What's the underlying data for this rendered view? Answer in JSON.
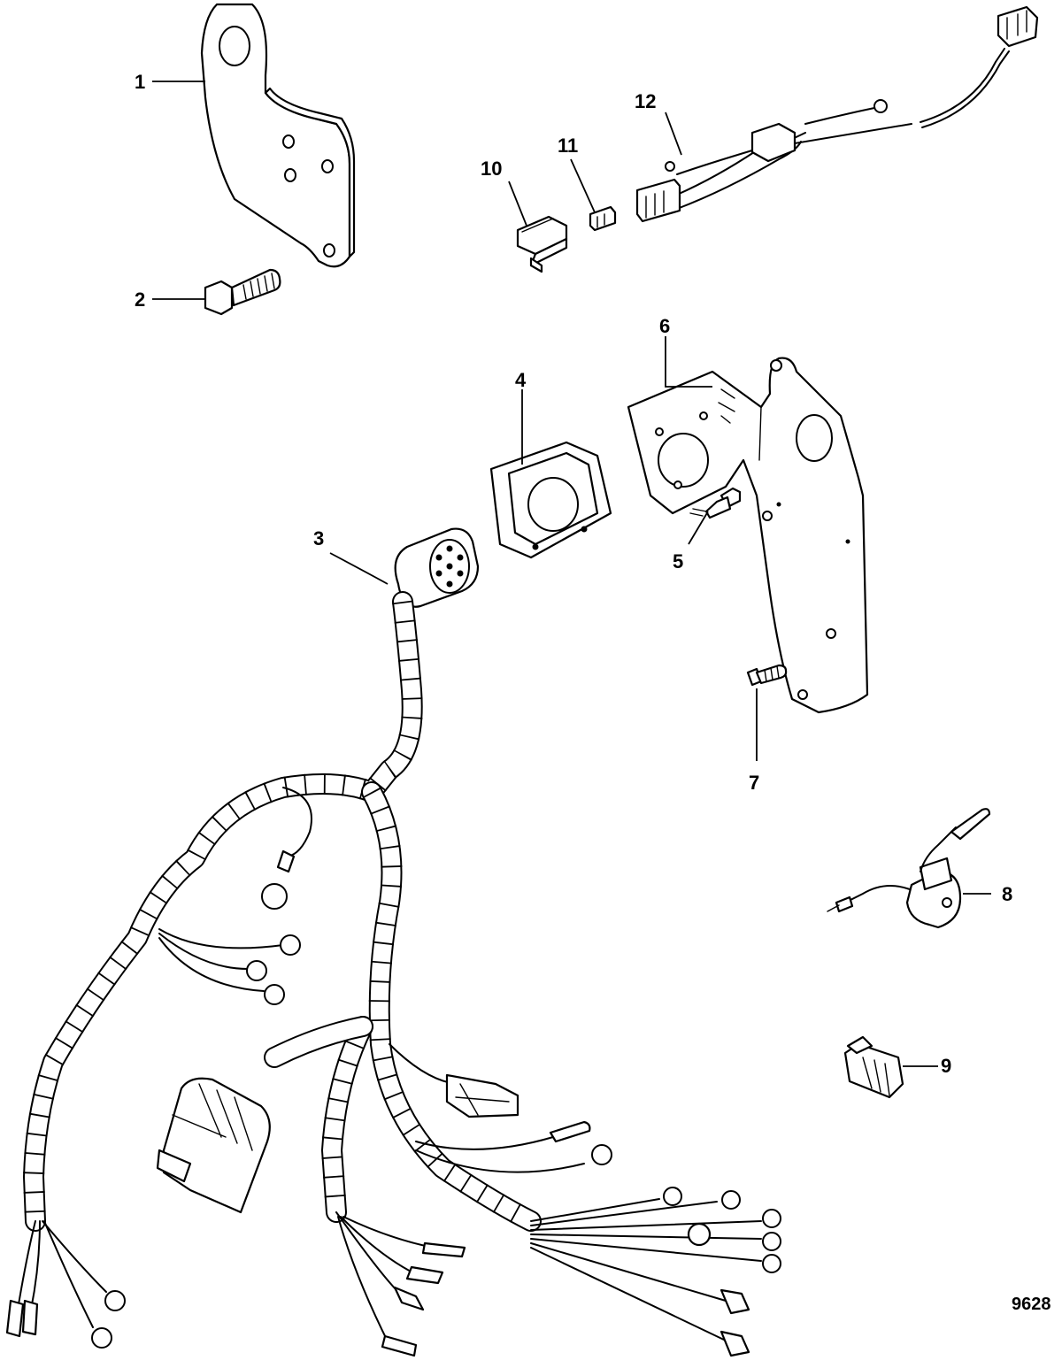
{
  "figure_number": "9628",
  "callouts": {
    "c1": "1",
    "c2": "2",
    "c3": "3",
    "c4": "4",
    "c5": "5",
    "c6": "6",
    "c7": "7",
    "c8": "8",
    "c9": "9",
    "c10": "10",
    "c11": "11",
    "c12": "12"
  },
  "parts": [
    {
      "callout": "1",
      "icon": "mounting-bracket-icon"
    },
    {
      "callout": "2",
      "icon": "bolt-icon"
    },
    {
      "callout": "3",
      "icon": "wiring-harness-icon"
    },
    {
      "callout": "4",
      "icon": "connector-boot-icon"
    },
    {
      "callout": "5",
      "icon": "screw-icon"
    },
    {
      "callout": "6",
      "icon": "harness-bracket-icon"
    },
    {
      "callout": "7",
      "icon": "screw-icon"
    },
    {
      "callout": "8",
      "icon": "sensor-icon"
    },
    {
      "callout": "9",
      "icon": "connector-icon"
    },
    {
      "callout": "10",
      "icon": "relay-icon"
    },
    {
      "callout": "11",
      "icon": "fuse-icon"
    },
    {
      "callout": "12",
      "icon": "fuse-harness-icon"
    }
  ]
}
